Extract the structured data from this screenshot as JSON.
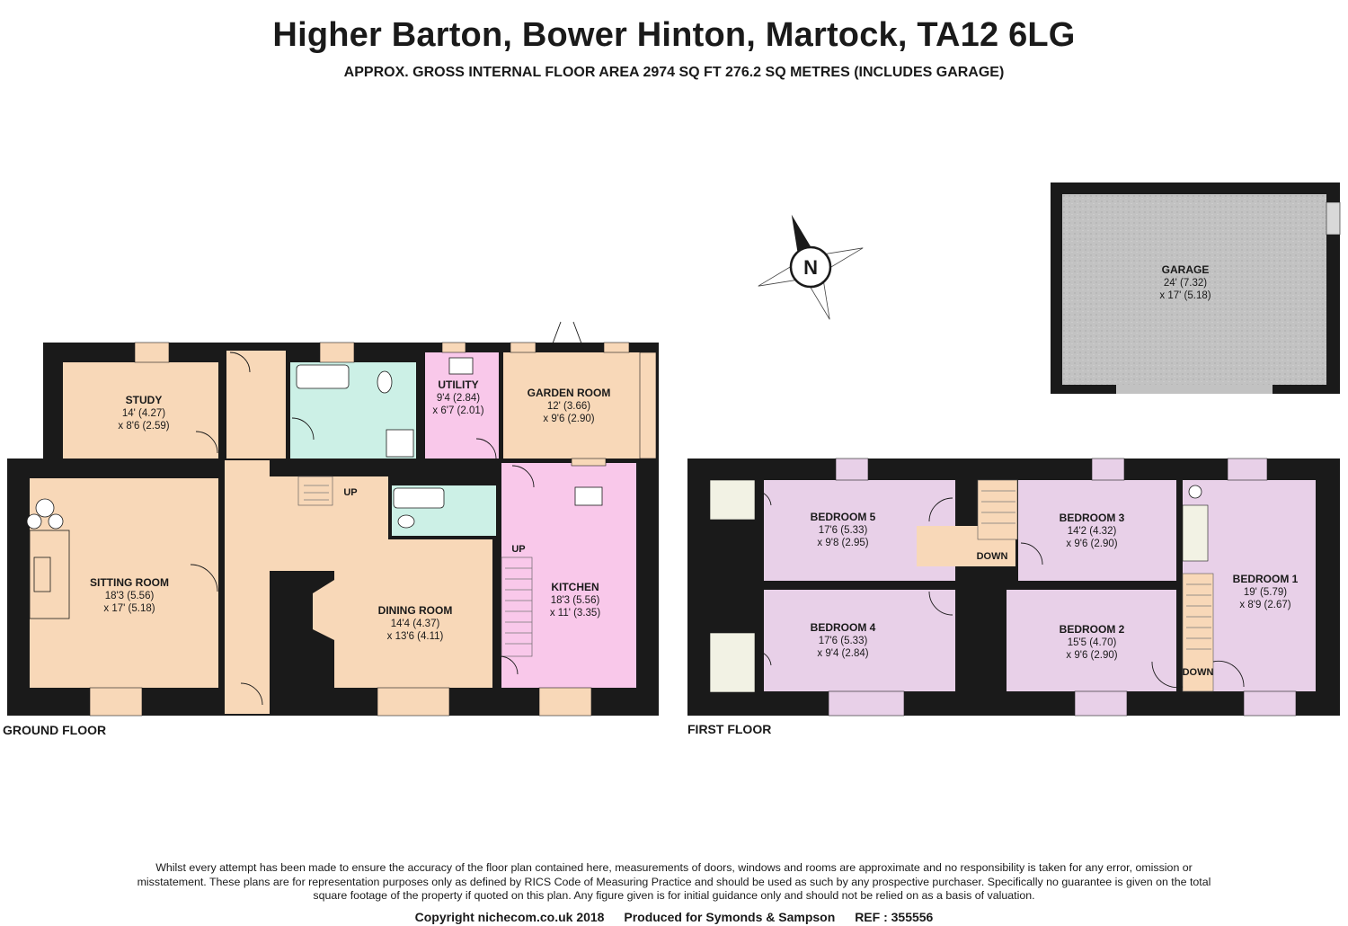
{
  "header": {
    "title": "Higher Barton, Bower Hinton, Martock, TA12 6LG",
    "subtitle": "APPROX. GROSS INTERNAL FLOOR AREA 2974 SQ FT 276.2 SQ METRES (INCLUDES GARAGE)"
  },
  "floors": {
    "ground": "GROUND FLOOR",
    "first": "FIRST FLOOR"
  },
  "compass": {
    "label": "N"
  },
  "rooms": {
    "study": {
      "name": "STUDY",
      "dim1": "14' (4.27)",
      "dim2": "x 8'6 (2.59)"
    },
    "utility": {
      "name": "UTILITY",
      "dim1": "9'4 (2.84)",
      "dim2": "x 6'7 (2.01)"
    },
    "garden_room": {
      "name": "GARDEN ROOM",
      "dim1": "12' (3.66)",
      "dim2": "x 9'6 (2.90)"
    },
    "sitting_room": {
      "name": "SITTING ROOM",
      "dim1": "18'3 (5.56)",
      "dim2": "x 17' (5.18)"
    },
    "dining_room": {
      "name": "DINING ROOM",
      "dim1": "14'4 (4.37)",
      "dim2": "x 13'6 (4.11)"
    },
    "kitchen": {
      "name": "KITCHEN",
      "dim1": "18'3 (5.56)",
      "dim2": "x 11' (3.35)"
    },
    "garage": {
      "name": "GARAGE",
      "dim1": "24' (7.32)",
      "dim2": "x 17' (5.18)"
    },
    "bedroom5": {
      "name": "BEDROOM 5",
      "dim1": "17'6 (5.33)",
      "dim2": "x 9'8 (2.95)"
    },
    "bedroom4": {
      "name": "BEDROOM 4",
      "dim1": "17'6 (5.33)",
      "dim2": "x 9'4 (2.84)"
    },
    "bedroom3": {
      "name": "BEDROOM 3",
      "dim1": "14'2 (4.32)",
      "dim2": "x 9'6 (2.90)"
    },
    "bedroom2": {
      "name": "BEDROOM 2",
      "dim1": "15'5 (4.70)",
      "dim2": "x 9'6 (2.90)"
    },
    "bedroom1": {
      "name": "BEDROOM 1",
      "dim1": "19' (5.79)",
      "dim2": "x 8'9 (2.67)"
    }
  },
  "stairs": {
    "ground_up_hall": "UP",
    "ground_up_kitchen": "UP",
    "first_down_landing": "DOWN",
    "first_down_bed1": "DOWN"
  },
  "colors": {
    "wall": "#1a1a1a",
    "reception": "#f8d8b8",
    "bathroom": "#ccf0e6",
    "utility_kitchen": "#f9c8ea",
    "bedroom": "#e8d0e8",
    "garage": "#c2c2c2"
  },
  "footer": {
    "disclaimer": "Whilst every attempt has been made to ensure the accuracy of the floor plan contained here, measurements of doors, windows and rooms are approximate and no responsibility is taken for any error, omission or misstatement. These plans are for representation purposes only as defined by RICS Code of Measuring Practice and should be used as such by any prospective purchaser. Specifically no guarantee is given on the total square footage of the property if quoted on this plan. Any figure given is for initial guidance only and should not be relied on as a basis of valuation.",
    "copyright": "Copyright nichecom.co.uk 2018",
    "produced_for": "Produced for Symonds & Sampson",
    "ref": "REF : 355556"
  }
}
